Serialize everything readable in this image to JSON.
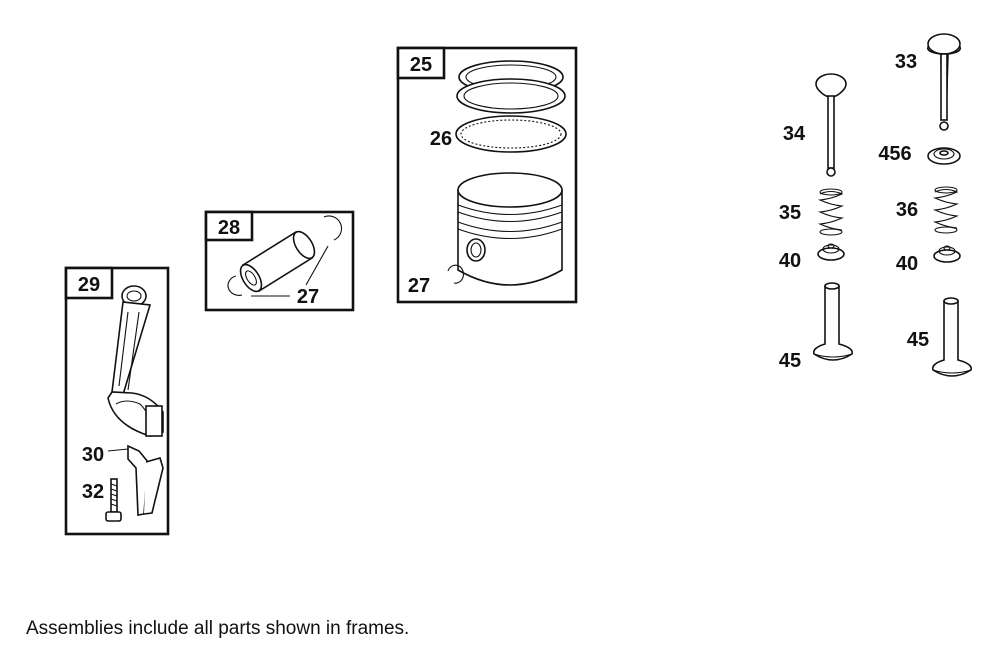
{
  "frames": {
    "piston_assembly": "25",
    "piston_pin_assembly": "28",
    "connecting_rod_assembly": "29"
  },
  "callouts": {
    "piston_rings": "26",
    "retainer_in_piston": "27",
    "retainer_on_pin": "27",
    "lock": "30",
    "rod_bolt": "32",
    "valve_exhaust": "33",
    "valve_intake": "34",
    "rotator": "456",
    "spring_left": "35",
    "spring_right": "36",
    "retainer_left": "40",
    "retainer_right": "40",
    "guide_left": "45",
    "guide_right": "45"
  },
  "footer_note": "Assemblies include all parts shown in frames."
}
